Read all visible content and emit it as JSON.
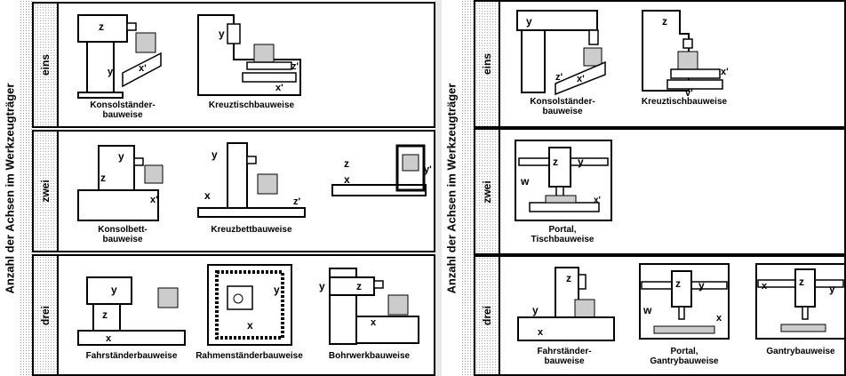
{
  "left": {
    "axis_label": "Anzahl der Achsen im Werkzeugträger",
    "rows": [
      {
        "tag": "eins",
        "captions": [
          "Konsolständer-\nbauweise",
          "Kreuztischbauweise"
        ]
      },
      {
        "tag": "zwei",
        "captions": [
          "Konsolbett-\nbauweise",
          "Kreuzbettbauweise",
          ""
        ]
      },
      {
        "tag": "drei",
        "captions": [
          "Fahrständerbauweise",
          "Rahmenständerbauweise",
          "Bohrwerkbauweise"
        ]
      }
    ]
  },
  "right": {
    "axis_label": "Anzahl der Achsen im Werkzeugträger",
    "rows": [
      {
        "tag": "eins",
        "captions": [
          "Konsolständer-\nbauweise",
          "Kreuztischbauweise"
        ]
      },
      {
        "tag": "zwei",
        "captions": [
          "Portal,\nTischbauweise"
        ]
      },
      {
        "tag": "drei",
        "captions": [
          "Fahrständer-\nbauweise",
          "Portal,\nGantrybauweise",
          "Gantrybauweise"
        ]
      }
    ]
  },
  "labels": {
    "x": "x",
    "y": "y",
    "z": "z",
    "x_prime": "x'",
    "y_prime": "y'",
    "z_prime": "z'",
    "w": "w"
  }
}
